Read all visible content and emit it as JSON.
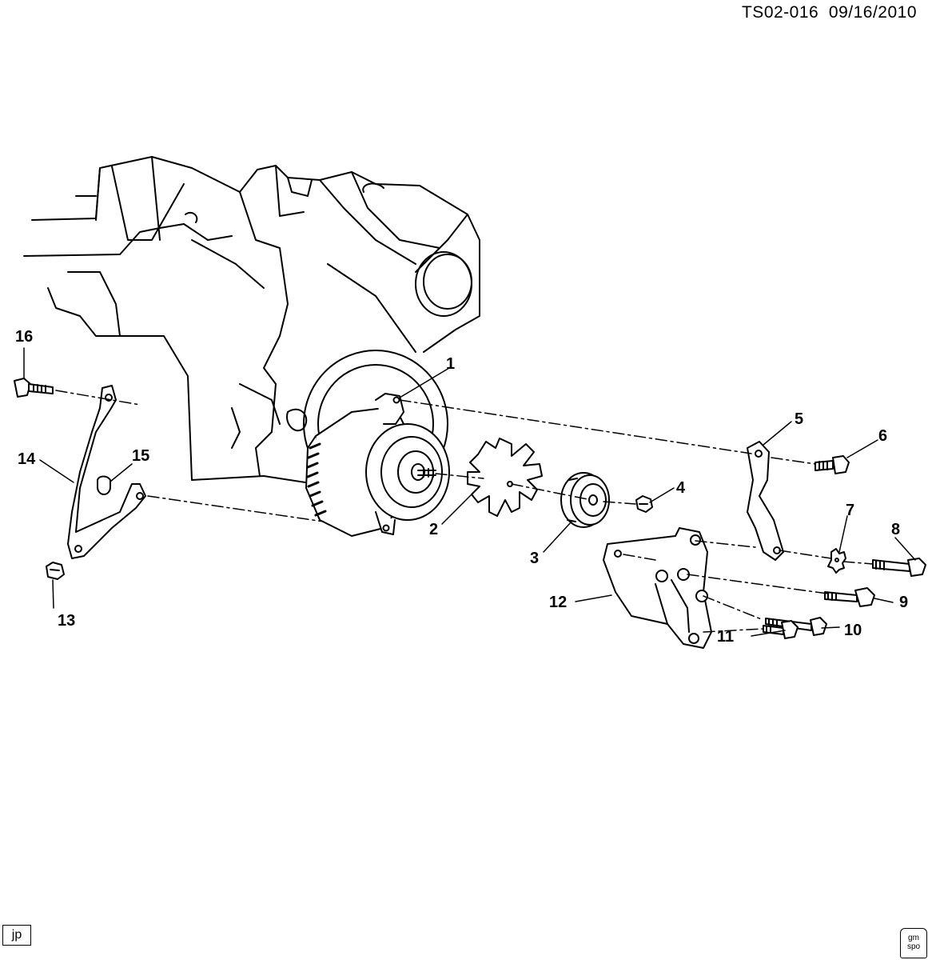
{
  "header": {
    "code": "TS02-016",
    "date": "09/16/2010"
  },
  "callouts": [
    {
      "id": "1",
      "label": "1"
    },
    {
      "id": "2",
      "label": "2"
    },
    {
      "id": "3",
      "label": "3"
    },
    {
      "id": "4",
      "label": "4"
    },
    {
      "id": "5",
      "label": "5"
    },
    {
      "id": "6",
      "label": "6"
    },
    {
      "id": "7",
      "label": "7"
    },
    {
      "id": "8",
      "label": "8"
    },
    {
      "id": "9",
      "label": "9"
    },
    {
      "id": "10",
      "label": "10"
    },
    {
      "id": "11",
      "label": "11"
    },
    {
      "id": "12",
      "label": "12"
    },
    {
      "id": "13",
      "label": "13"
    },
    {
      "id": "14",
      "label": "14"
    },
    {
      "id": "15",
      "label": "15"
    },
    {
      "id": "16",
      "label": "16"
    }
  ],
  "footer": {
    "initials": "jp",
    "logo_top": "gm",
    "logo_bottom": "spo"
  }
}
